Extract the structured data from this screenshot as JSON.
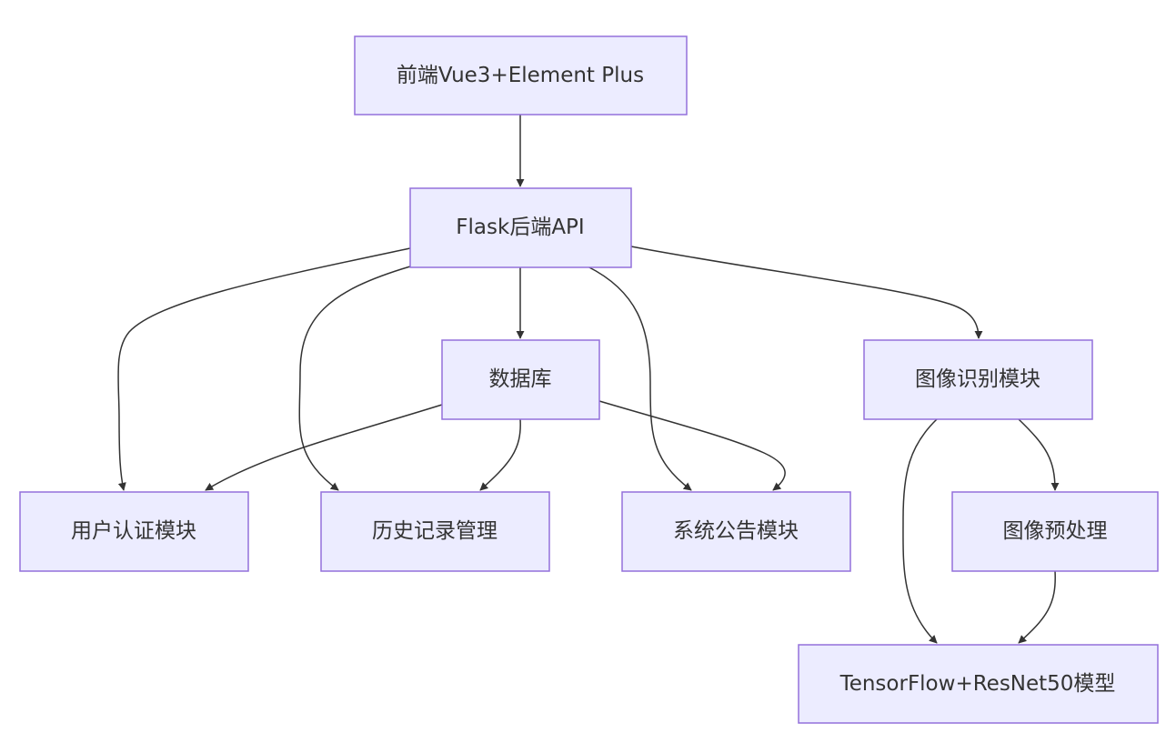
{
  "diagram": {
    "type": "flowchart",
    "direction": "top-down",
    "colors": {
      "node_fill": "#ECECFF",
      "node_border": "#9370DB",
      "edge": "#333333",
      "text": "#333333",
      "background": "#FFFFFF"
    },
    "nodes": {
      "frontend": {
        "label": "前端Vue3+Element Plus"
      },
      "backend": {
        "label": "Flask后端API"
      },
      "database": {
        "label": "数据库"
      },
      "image_recognition": {
        "label": "图像识别模块"
      },
      "user_auth": {
        "label": "用户认证模块"
      },
      "history": {
        "label": "历史记录管理"
      },
      "announcement": {
        "label": "系统公告模块"
      },
      "preprocess": {
        "label": "图像预处理"
      },
      "model": {
        "label": "TensorFlow+ResNet50模型"
      }
    },
    "edges": [
      {
        "from": "frontend",
        "to": "backend"
      },
      {
        "from": "backend",
        "to": "user_auth"
      },
      {
        "from": "backend",
        "to": "history"
      },
      {
        "from": "backend",
        "to": "database"
      },
      {
        "from": "backend",
        "to": "announcement"
      },
      {
        "from": "backend",
        "to": "image_recognition"
      },
      {
        "from": "database",
        "to": "user_auth"
      },
      {
        "from": "database",
        "to": "history"
      },
      {
        "from": "database",
        "to": "announcement"
      },
      {
        "from": "image_recognition",
        "to": "model"
      },
      {
        "from": "image_recognition",
        "to": "preprocess"
      },
      {
        "from": "preprocess",
        "to": "model"
      }
    ]
  }
}
